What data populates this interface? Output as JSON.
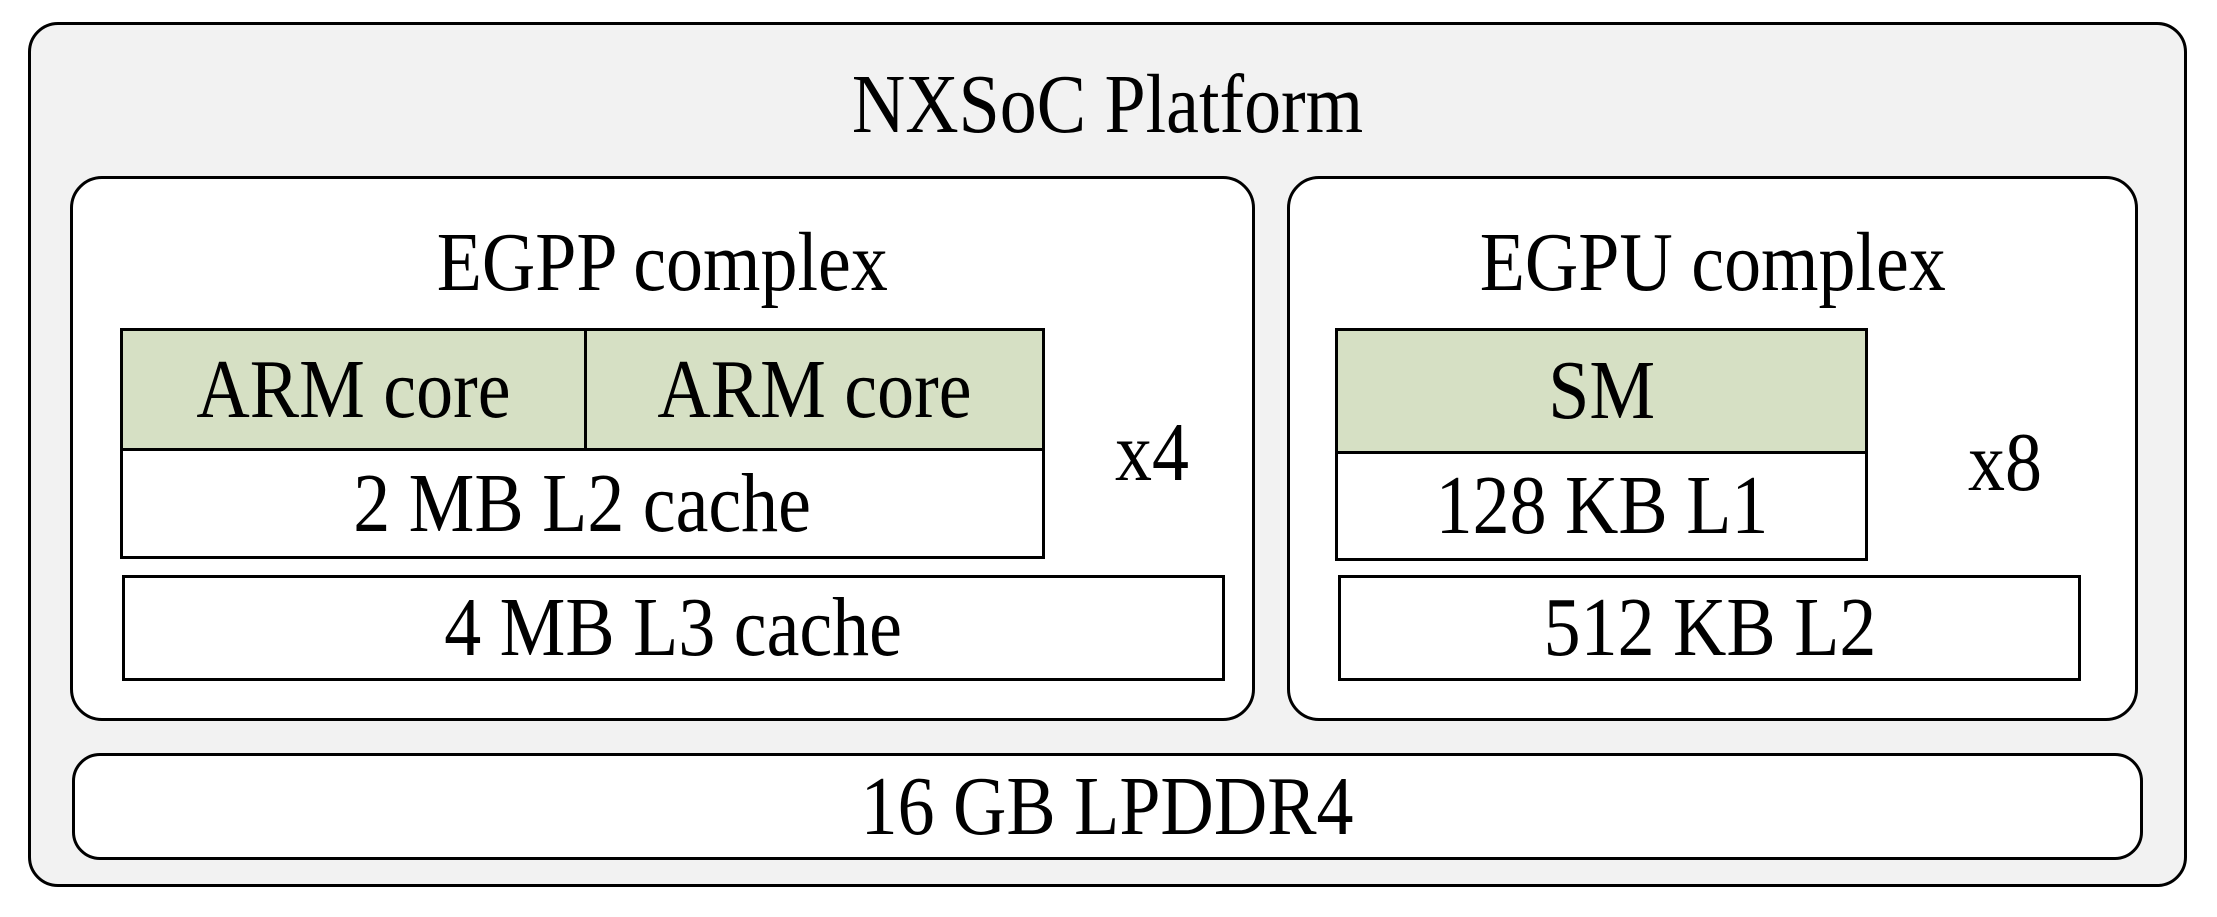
{
  "diagram": {
    "title": "NXSoC Platform",
    "egpp": {
      "title": "EGPP complex",
      "cores": [
        "ARM core",
        "ARM core"
      ],
      "l2_cache": "2 MB L2 cache",
      "multiplier": "x4",
      "l3_cache": "4 MB L3 cache"
    },
    "egpu": {
      "title": "EGPU complex",
      "sm": "SM",
      "l1_cache": "128 KB L1",
      "multiplier": "x8",
      "l2_cache": "512 KB L2"
    },
    "memory": "16 GB LPDDR4",
    "colors": {
      "platform_fill": "#f2f2f2",
      "panel_fill": "#ffffff",
      "unit_fill": "#d6e0c4",
      "border": "#000000",
      "text": "#000000"
    }
  }
}
